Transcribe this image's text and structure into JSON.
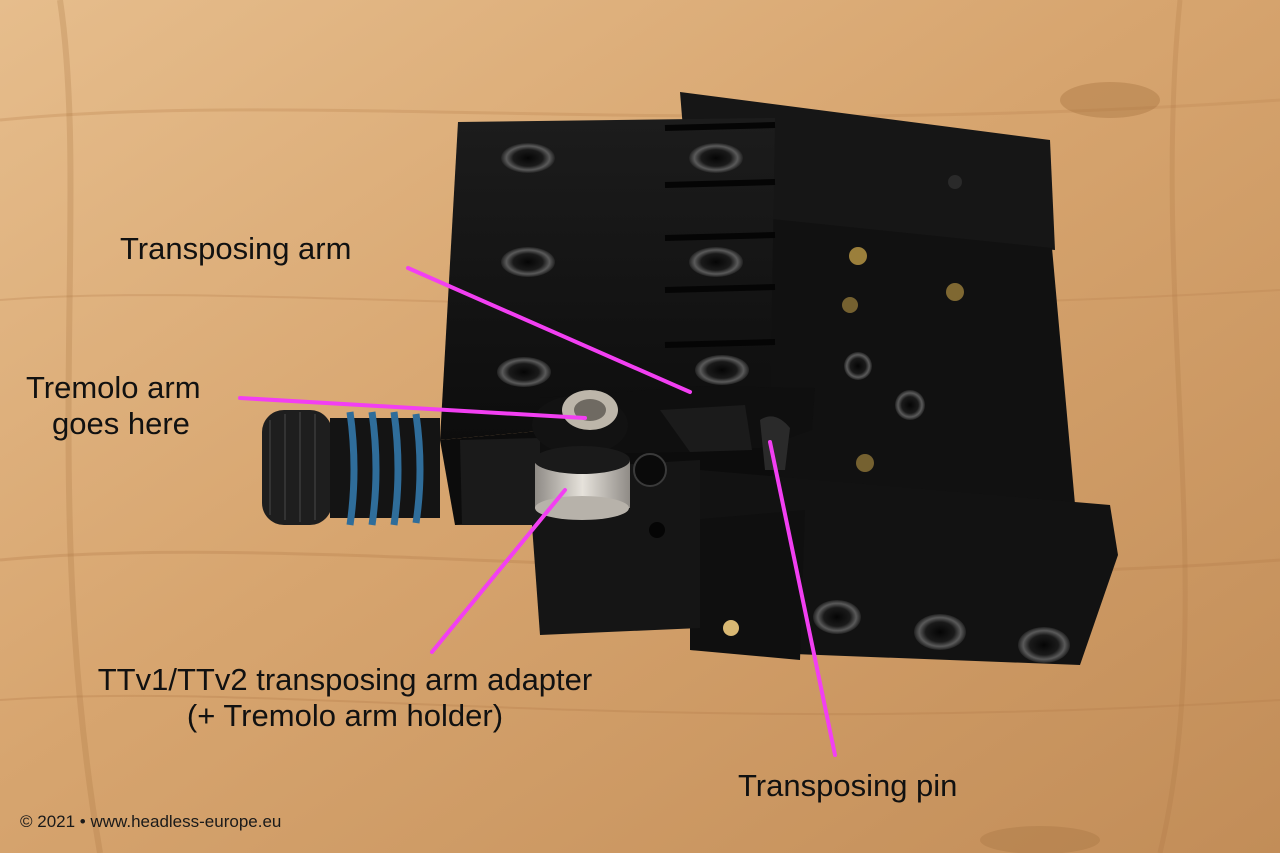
{
  "colors": {
    "wood_light": "#e3b886",
    "wood_mid": "#c99762",
    "wood_dark": "#9c6a3a",
    "metal_black": "#141414",
    "metal_edge": "#2a2a2a",
    "spring_blue": "#2f6d9a",
    "steel": "#c9c4bb",
    "brass": "#c9a44a",
    "leader_magenta": "#f23ff2"
  },
  "annotations": {
    "transposing_arm": "Transposing arm",
    "tremolo_arm_line1": "Tremolo arm",
    "tremolo_arm_line2": "goes here",
    "adapter_line1": "TTv1/TTv2 transposing arm adapter",
    "adapter_line2": "(+ Tremolo arm holder)",
    "transposing_pin": "Transposing pin"
  },
  "credit": "© 2021 • www.headless-europe.eu"
}
